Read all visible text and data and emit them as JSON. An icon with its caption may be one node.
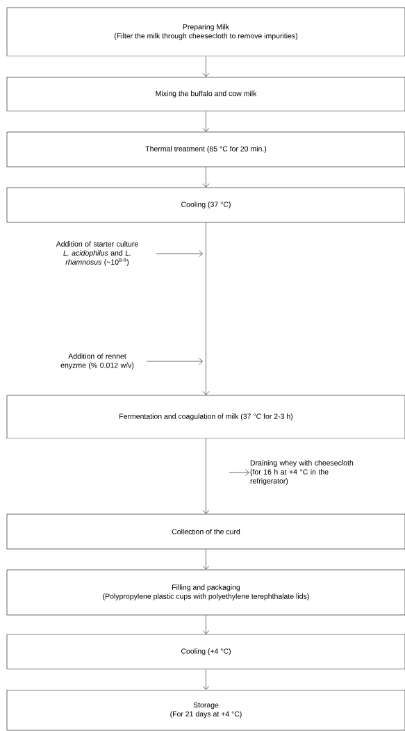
{
  "diagram": {
    "nodes": [
      {
        "text": [
          "Preparing Milk",
          "(Filter the milk through cheesecloth to remove impurities)"
        ]
      },
      {
        "text": [
          "Mixing the buffalo and cow milk"
        ]
      },
      {
        "text": [
          "Thermal treatment (85 °C for 20 min.)"
        ]
      },
      {
        "text": [
          "Cooling (37 °C)"
        ]
      },
      {
        "text": [
          "Addition of starter culture *L. acidophilus* and *L. rhamnosus* (~10$^{8-9}$)"
        ]
      },
      {
        "text": [
          "Addition of rennet enyzme (% 0.012 w/v)"
        ]
      },
      {
        "text": [
          "Fermentation and coagulation of milk (37 °C for 2-3 h)"
        ]
      },
      {
        "text": [
          "Draining whey with cheesecloth (for 16 h at +4 °C in the refrigerator)"
        ]
      },
      {
        "text": [
          "Collection of the curd"
        ]
      },
      {
        "text": [
          "Filling and packaging",
          "(Polypropylene plastic cups with polyethylene terephthalate lids)"
        ]
      },
      {
        "text": [
          "Cooling (+4 °C)"
        ]
      },
      {
        "text": [
          "Storage",
          "(For 21 days at +4 °C)"
        ]
      }
    ],
    "edges": [
      {
        "from": 0,
        "to": 1,
        "arrow": "to"
      },
      {
        "from": 1,
        "to": 2,
        "arrow": "to"
      },
      {
        "from": 2,
        "to": 3,
        "arrow": "to"
      },
      {
        "from": 3,
        "to": 6,
        "arrow": "to"
      },
      {
        "from": 4,
        "to": null,
        "arrow": "to"
      },
      {
        "from": 5,
        "to": null,
        "arrow": "to"
      },
      {
        "from": 6,
        "to": 8,
        "arrow": "to"
      },
      {
        "from": null,
        "to": 7,
        "arrow": "to"
      },
      {
        "from": 8,
        "to": 9,
        "arrow": "to"
      },
      {
        "from": 9,
        "to": 10,
        "arrow": "to"
      },
      {
        "from": 10,
        "to": 11,
        "arrow": "to"
      }
    ]
  }
}
